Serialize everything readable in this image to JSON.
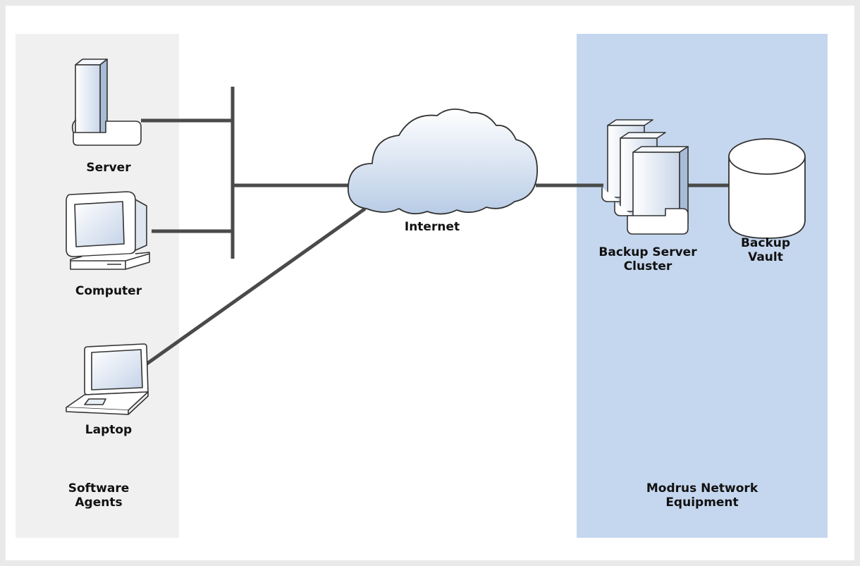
{
  "colors": {
    "frame_background": "#e9e9e9",
    "left_panel": "#f0f0f0",
    "right_panel": "#c5d7ee",
    "connector": "#4a4a4a",
    "cloud_top": "#ffffff",
    "cloud_bottom": "#b8cce6"
  },
  "left_panel": {
    "title_line1": "Software",
    "title_line2": "Agents",
    "devices": [
      {
        "label": "Server",
        "icon": "server-tower-icon"
      },
      {
        "label": "Computer",
        "icon": "desktop-computer-icon"
      },
      {
        "label": "Laptop",
        "icon": "laptop-icon"
      }
    ]
  },
  "cloud": {
    "label": "Internet",
    "icon": "cloud-icon"
  },
  "right_panel": {
    "title_line1": "Modrus Network",
    "title_line2": "Equipment",
    "cluster": {
      "line1": "Backup Server",
      "line2": "Cluster",
      "icon": "server-cluster-icon"
    },
    "vault": {
      "line1": "Backup",
      "line2": "Vault",
      "icon": "database-cylinder-icon"
    }
  }
}
